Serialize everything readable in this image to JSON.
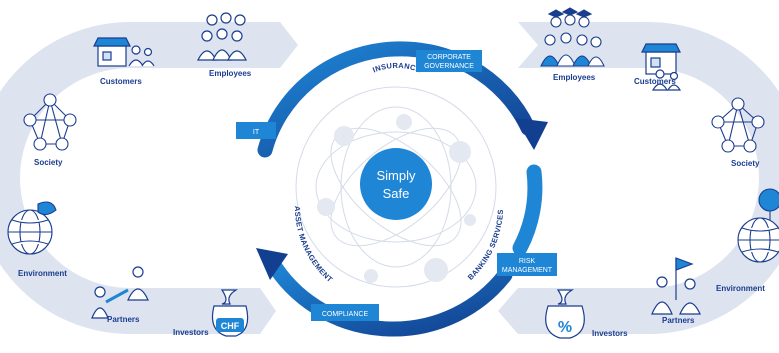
{
  "left": {
    "title": "Resources",
    "items": {
      "customers": "Customers",
      "employees": "Employees",
      "society": "Society",
      "environment": "Environment",
      "partners": "Partners",
      "investors": "Investors"
    },
    "currency": "CHF"
  },
  "right": {
    "title": "Effects",
    "items": {
      "employees": "Employees",
      "customers": "Customers",
      "society": "Society",
      "environment": "Environment",
      "partners": "Partners",
      "investors": "Investors"
    },
    "percent": "%"
  },
  "center": {
    "core_line1": "Simply",
    "core_line2": "Safe",
    "arcs": {
      "insurance": "INSURANCE",
      "asset": "ASSET MANAGEMENT",
      "banking": "BANKING SERVICES"
    },
    "tags": {
      "it": "IT",
      "corp1": "CORPORATE",
      "corp2": "GOVERNANCE",
      "risk1": "RISK",
      "risk2": "MANAGEMENT",
      "compliance": "COMPLIANCE"
    }
  },
  "colors": {
    "band": "#dde3ef",
    "navy": "#123f8f",
    "blue": "#1f86d6",
    "label": "#1a3d8f"
  }
}
